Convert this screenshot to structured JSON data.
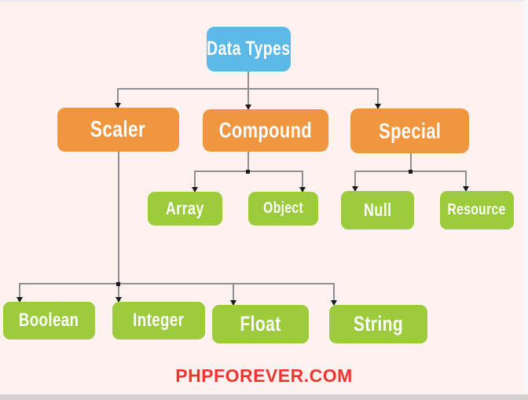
{
  "diagram": {
    "nodes": {
      "data_types": {
        "label": "Data Types",
        "color": "#5BB9E8"
      },
      "scaler": {
        "label": "Scaler",
        "color": "#F0963F"
      },
      "compound": {
        "label": "Compound",
        "color": "#F0963F"
      },
      "special": {
        "label": "Special",
        "color": "#F0963F"
      },
      "array": {
        "label": "Array",
        "color": "#9CCB3C"
      },
      "object": {
        "label": "Object",
        "color": "#9CCB3C"
      },
      "null": {
        "label": "Null",
        "color": "#9CCB3C"
      },
      "resource": {
        "label": "Resource",
        "color": "#9CCB3C"
      },
      "boolean": {
        "label": "Boolean",
        "color": "#9CCB3C"
      },
      "integer": {
        "label": "Integer",
        "color": "#9CCB3C"
      },
      "float": {
        "label": "Float",
        "color": "#9CCB3C"
      },
      "string": {
        "label": "String",
        "color": "#9CCB3C"
      }
    },
    "edges": [
      {
        "from": "Data Types",
        "to": "Scaler"
      },
      {
        "from": "Data Types",
        "to": "Compound"
      },
      {
        "from": "Data Types",
        "to": "Special"
      },
      {
        "from": "Compound",
        "to": "Array"
      },
      {
        "from": "Compound",
        "to": "Object"
      },
      {
        "from": "Special",
        "to": "Null"
      },
      {
        "from": "Special",
        "to": "Resource"
      },
      {
        "from": "Scaler",
        "to": "Boolean"
      },
      {
        "from": "Scaler",
        "to": "Integer"
      },
      {
        "from": "Scaler",
        "to": "Float"
      },
      {
        "from": "Scaler",
        "to": "String"
      }
    ]
  },
  "footer": {
    "watermark": "PHPFOREVER.COM",
    "color": "#F0352F"
  },
  "colors": {
    "background": "#FDF2EF",
    "node_text": "#FFFFFF",
    "connector_line": "#8F8F8F",
    "arrowhead": "#1A1A1A",
    "bottom_bar": "#D2D0D0"
  }
}
